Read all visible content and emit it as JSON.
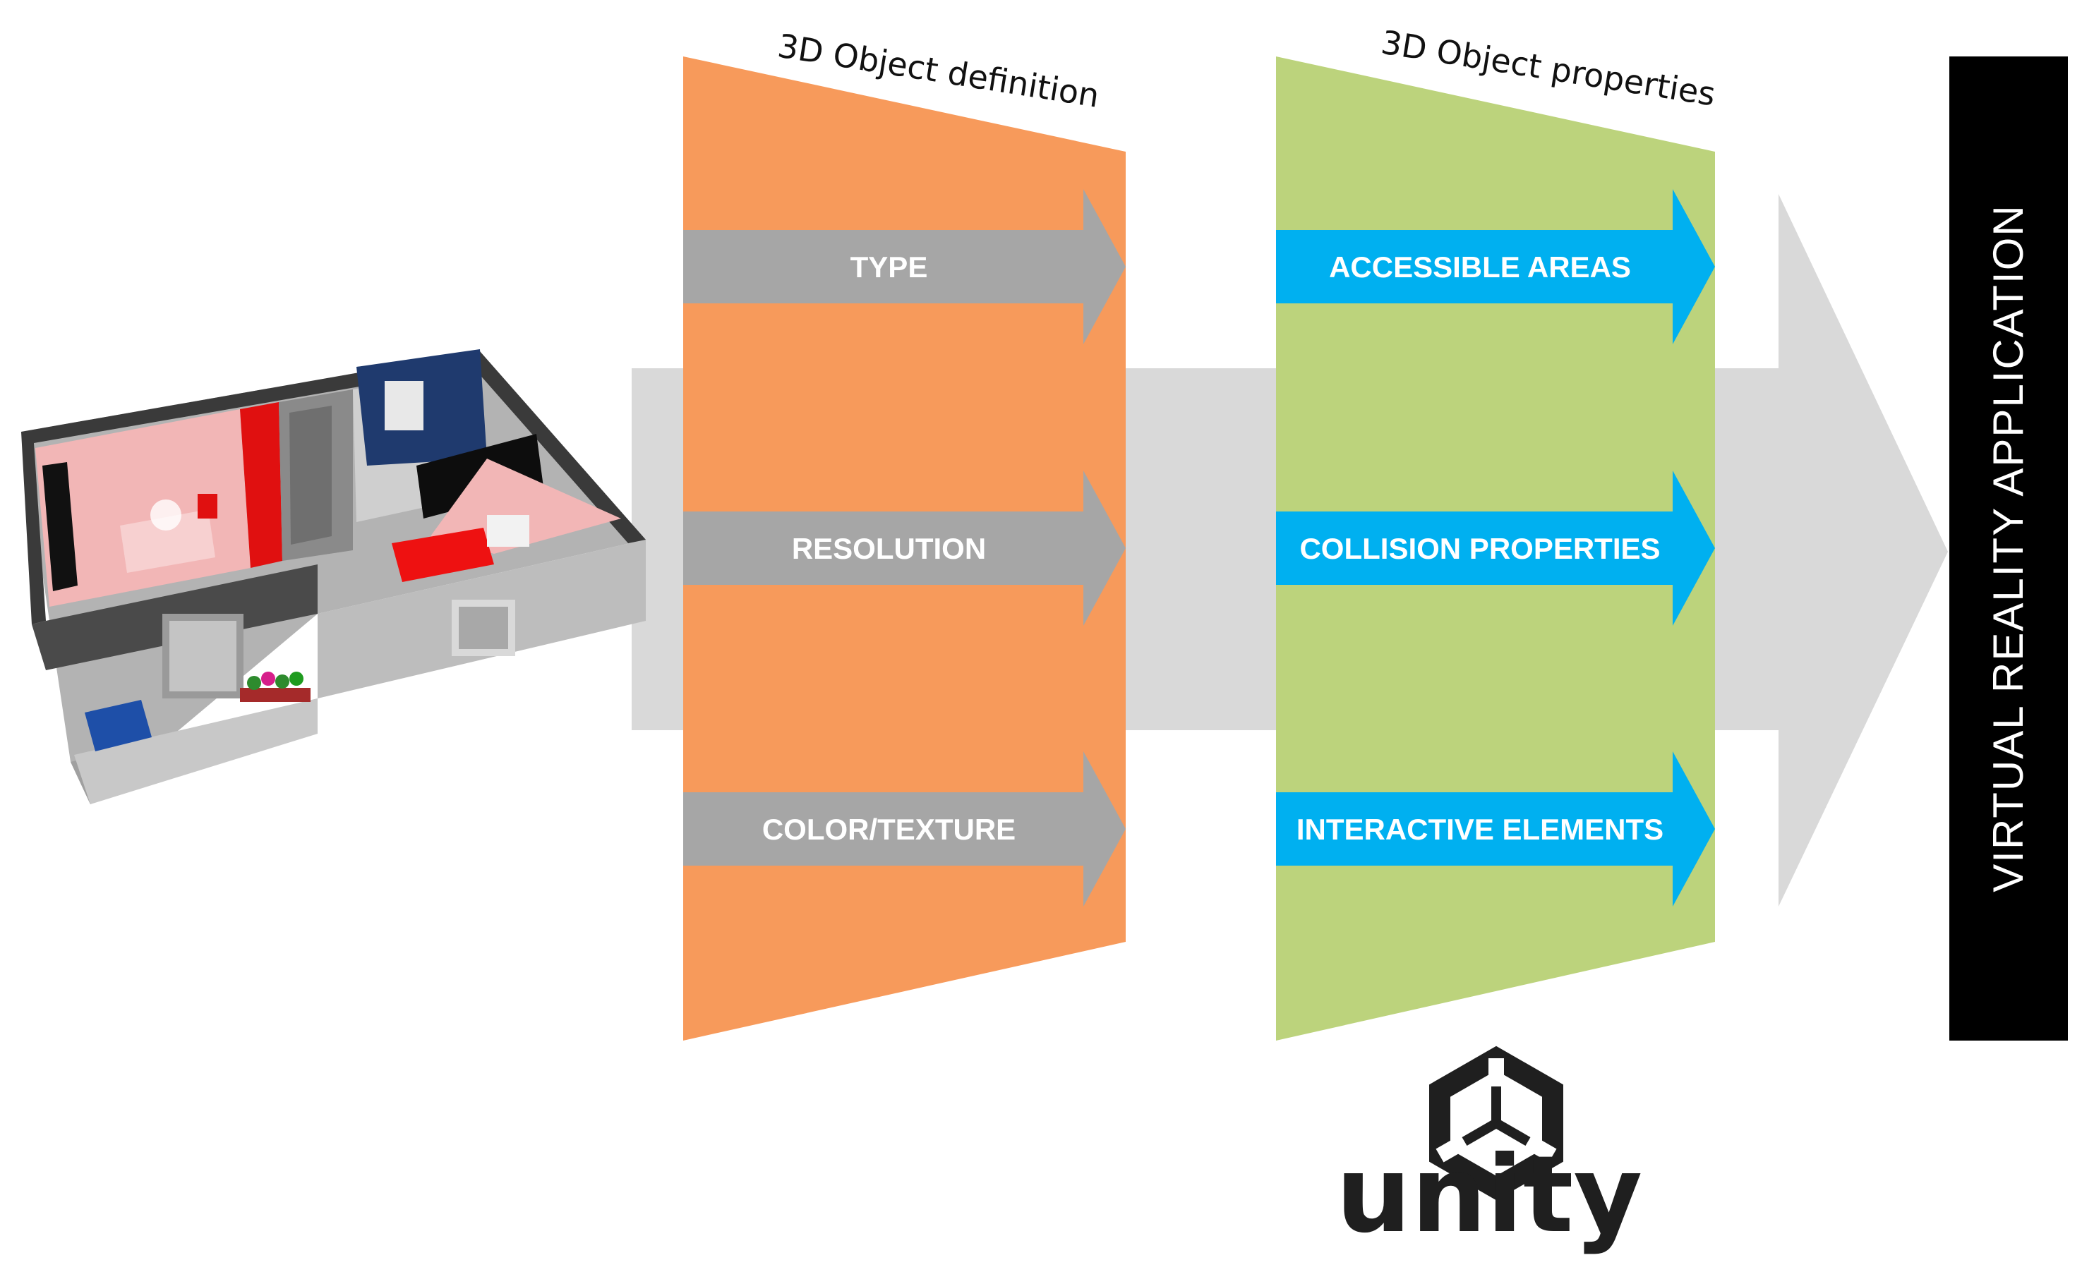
{
  "colors": {
    "flow_arrow": "#d9d9d9",
    "definition_panel": "#f79a5b",
    "properties_panel": "#bcd37c",
    "definition_arrow": "#a6a6a6",
    "properties_arrow": "#00b0f0",
    "vr_bar": "#000000",
    "unity_logo": "#1f1f1f"
  },
  "definition": {
    "title": "3D Object definition",
    "items": [
      "TYPE",
      "RESOLUTION",
      "COLOR/TEXTURE"
    ]
  },
  "properties": {
    "title": "3D Object properties",
    "items": [
      "ACCESSIBLE AREAS",
      "COLLISION PROPERTIES",
      "INTERACTIVE ELEMENTS"
    ]
  },
  "output": {
    "label": "VIRTUAL REALITY APPLICATION"
  },
  "logo": {
    "wordmark": "unity",
    "icon": "unity-cube-icon"
  },
  "input_image": {
    "icon": "3d-floor-plan-model"
  }
}
